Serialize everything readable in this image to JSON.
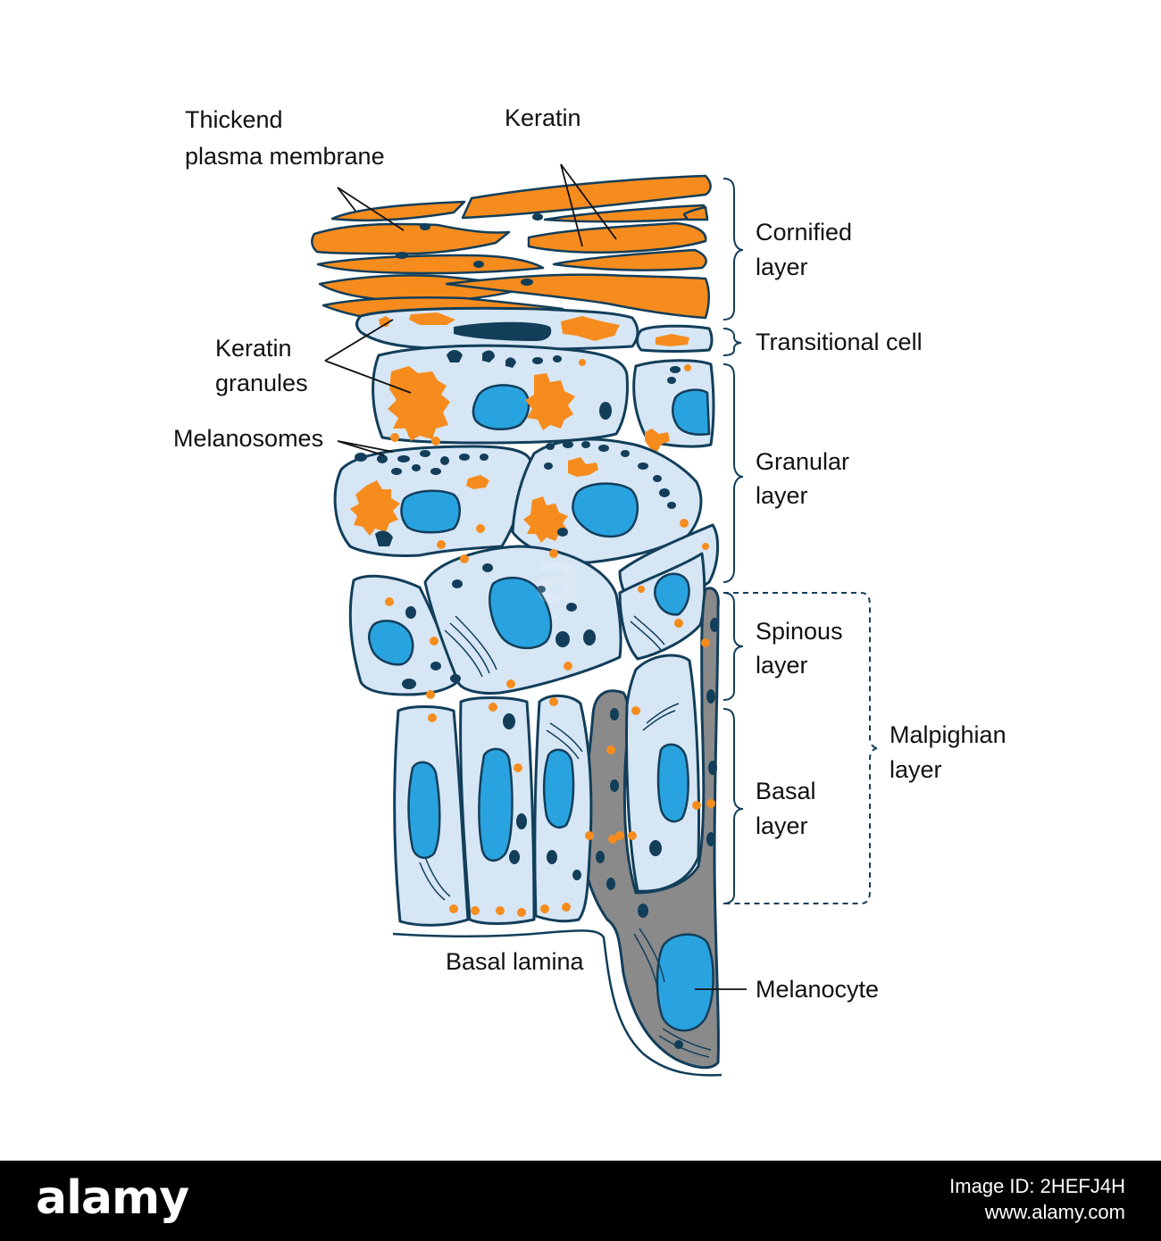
{
  "labels": {
    "thickened_membrane": [
      "Thickend",
      "plasma membrane"
    ],
    "keratin": "Keratin",
    "keratin_granules": [
      "Keratin",
      "granules"
    ],
    "melanosomes": "Melanosomes",
    "cornified_layer": [
      "Cornified",
      "layer"
    ],
    "transitional_cell": "Transitional cell",
    "granular_layer": [
      "Granular",
      "layer"
    ],
    "spinous_layer": [
      "Spinous",
      "layer"
    ],
    "basal_layer": [
      "Basal",
      "layer"
    ],
    "malpighian_layer": [
      "Malpighian",
      "layer"
    ],
    "basal_lamina": "Basal lamina",
    "melanocyte": "Melanocyte"
  },
  "footer": {
    "brand": "alamy",
    "image_id_line1": "Image ID: 2HEFJ4H",
    "image_id_line2": "www.alamy.com"
  },
  "colors": {
    "keratin_orange": "#f68c1e",
    "cell_fill": "#d6e6f5",
    "nucleus_blue": "#29a3df",
    "outline_navy": "#123e5a",
    "melanocyte_grey": "#8a8a8a"
  }
}
